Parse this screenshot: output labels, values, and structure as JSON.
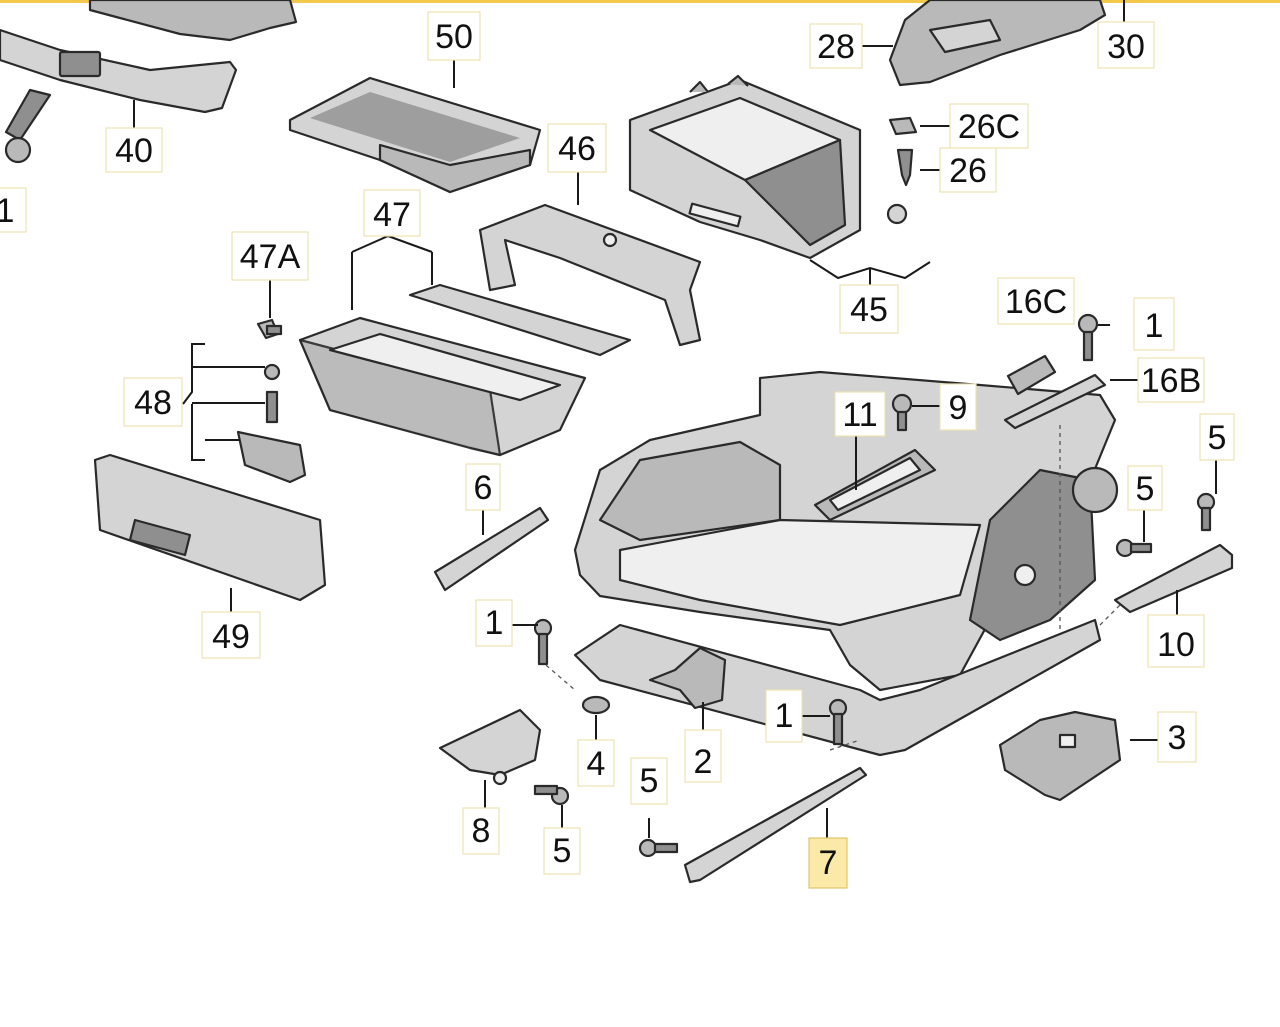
{
  "diagram": {
    "accent_color": "#fbe9a7",
    "topbar_color": "#f2c94c",
    "highlighted_part": "7",
    "callouts": [
      {
        "id": "c50",
        "label": "50"
      },
      {
        "id": "c40",
        "label": "40"
      },
      {
        "id": "c1a",
        "label": "1"
      },
      {
        "id": "c28",
        "label": "28"
      },
      {
        "id": "c30",
        "label": "30"
      },
      {
        "id": "c26c",
        "label": "26C"
      },
      {
        "id": "c26",
        "label": "26"
      },
      {
        "id": "c46",
        "label": "46"
      },
      {
        "id": "c47",
        "label": "47"
      },
      {
        "id": "c47a",
        "label": "47A"
      },
      {
        "id": "c45",
        "label": "45"
      },
      {
        "id": "c16c",
        "label": "16C"
      },
      {
        "id": "c1b",
        "label": "1"
      },
      {
        "id": "c16b",
        "label": "16B"
      },
      {
        "id": "c48",
        "label": "48"
      },
      {
        "id": "c11",
        "label": "11"
      },
      {
        "id": "c9",
        "label": "9"
      },
      {
        "id": "c5a",
        "label": "5"
      },
      {
        "id": "c5b",
        "label": "5"
      },
      {
        "id": "c6",
        "label": "6"
      },
      {
        "id": "c49",
        "label": "49"
      },
      {
        "id": "c10",
        "label": "10"
      },
      {
        "id": "c1c",
        "label": "1"
      },
      {
        "id": "c4",
        "label": "4"
      },
      {
        "id": "c2",
        "label": "2"
      },
      {
        "id": "c1d",
        "label": "1"
      },
      {
        "id": "c3",
        "label": "3"
      },
      {
        "id": "c8",
        "label": "8"
      },
      {
        "id": "c5c",
        "label": "5"
      },
      {
        "id": "c5d",
        "label": "5"
      },
      {
        "id": "c7",
        "label": "7"
      }
    ]
  }
}
